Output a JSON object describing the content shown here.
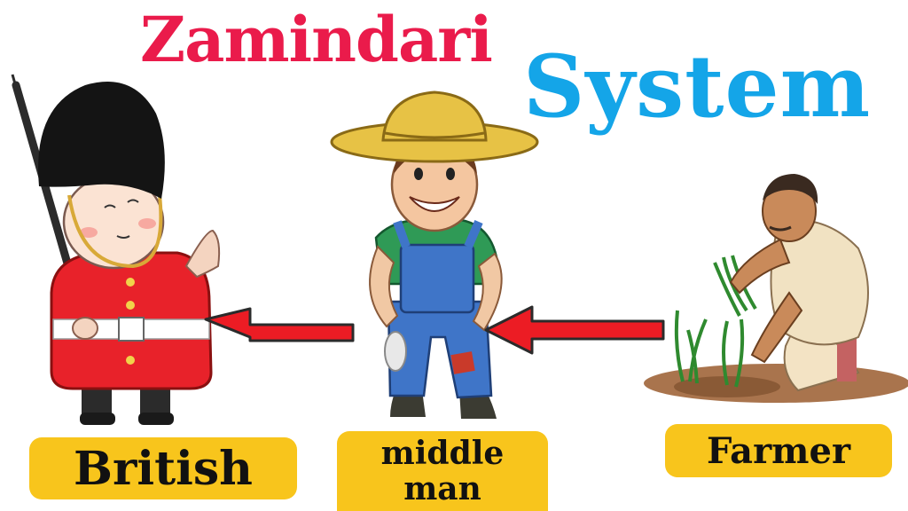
{
  "title": {
    "left": "Zamindari",
    "right": "System"
  },
  "colors": {
    "title_left": "#ea1b4b",
    "title_right": "#14a5e8",
    "label_background": "#f8c51c",
    "arrow": "#ec1c24"
  },
  "figures": [
    {
      "name": "british-guard",
      "label": "British"
    },
    {
      "name": "middle-man-figure",
      "label": "middle man"
    },
    {
      "name": "farmer-figure",
      "label": "Farmer"
    }
  ],
  "flow": [
    "Farmer",
    "middle man",
    "British"
  ]
}
